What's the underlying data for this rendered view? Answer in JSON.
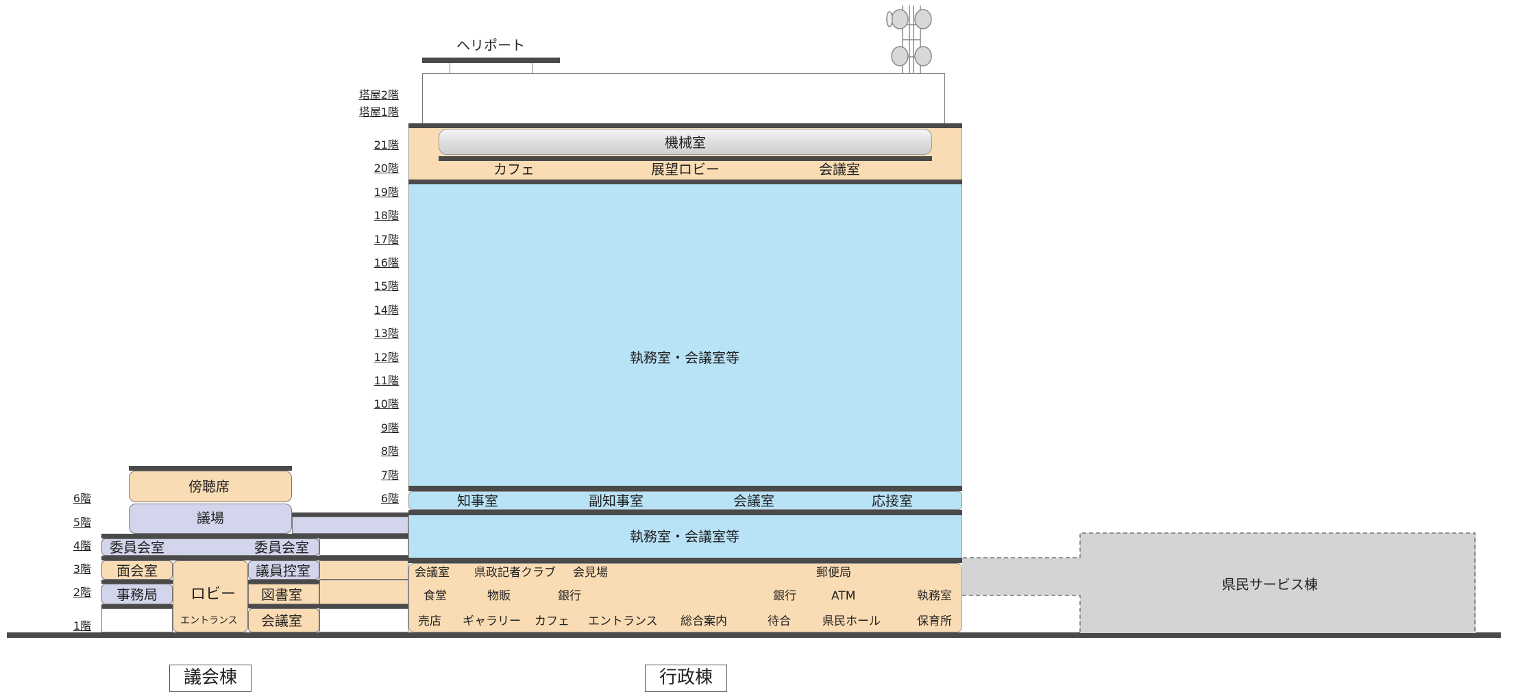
{
  "floor_labels_admin": [
    "塔屋2階",
    "塔屋1階",
    "21階",
    "20階",
    "19階",
    "18階",
    "17階",
    "16階",
    "15階",
    "14階",
    "13階",
    "12階",
    "11階",
    "10階",
    "9階",
    "8階",
    "7階",
    "6階",
    "5階",
    "4階",
    "3階",
    "2階",
    "1階"
  ],
  "floor_labels_assembly": [
    "6階",
    "5階",
    "4階",
    "3階",
    "2階",
    "1階"
  ],
  "admin": {
    "heliport": "ヘリポート",
    "machine_room": "機械室",
    "floor20": [
      "カフェ",
      "展望ロビー",
      "会議室"
    ],
    "office_upper": "執務室・会議室等",
    "floor6": [
      "知事室",
      "副知事室",
      "会議室",
      "応接室"
    ],
    "floor5": "執務室・会議室等",
    "floor3": [
      "会議室",
      "県政記者クラブ",
      "会見場",
      "郵便局"
    ],
    "floor2": [
      "食堂",
      "物販",
      "銀行",
      "銀行",
      "ATM",
      "執務室"
    ],
    "floor1": [
      "売店",
      "ギャラリー",
      "カフェ",
      "エントランス",
      "総合案内",
      "待合",
      "県民ホール",
      "保育所"
    ],
    "caption": "行政棟"
  },
  "assembly": {
    "gallery": "傍聴席",
    "chamber": "議場",
    "committee_left": "委員会室",
    "committee_right": "委員会室",
    "meeting": "面会室",
    "waiting": "議員控室",
    "secretariat": "事務局",
    "lobby": "ロビー",
    "entrance": "エントランス",
    "library": "図書室",
    "conference": "会議室",
    "caption": "議会棟"
  },
  "service": {
    "name": "県民サービス棟"
  },
  "colors": {
    "peach": "#fadcb4",
    "blue": "#b8e2f6",
    "lavender": "#d3d5ec",
    "slab": "#4a4a4a",
    "service_gray": "#d4d4d4"
  }
}
